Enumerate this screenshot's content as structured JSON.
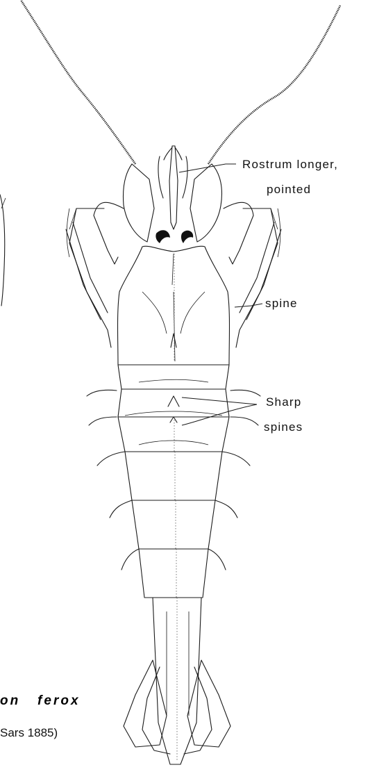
{
  "annotations": {
    "rostrum_line1": "Rostrum longer,",
    "rostrum_line2": "pointed",
    "spine": "spine",
    "sharp_line1": "Sharp",
    "sharp_line2": "spines"
  },
  "caption": {
    "species_partial": "on   ferox",
    "author_partial": "Sars 1885)"
  },
  "colors": {
    "ink": "#1a1a1a",
    "background": "#ffffff"
  }
}
